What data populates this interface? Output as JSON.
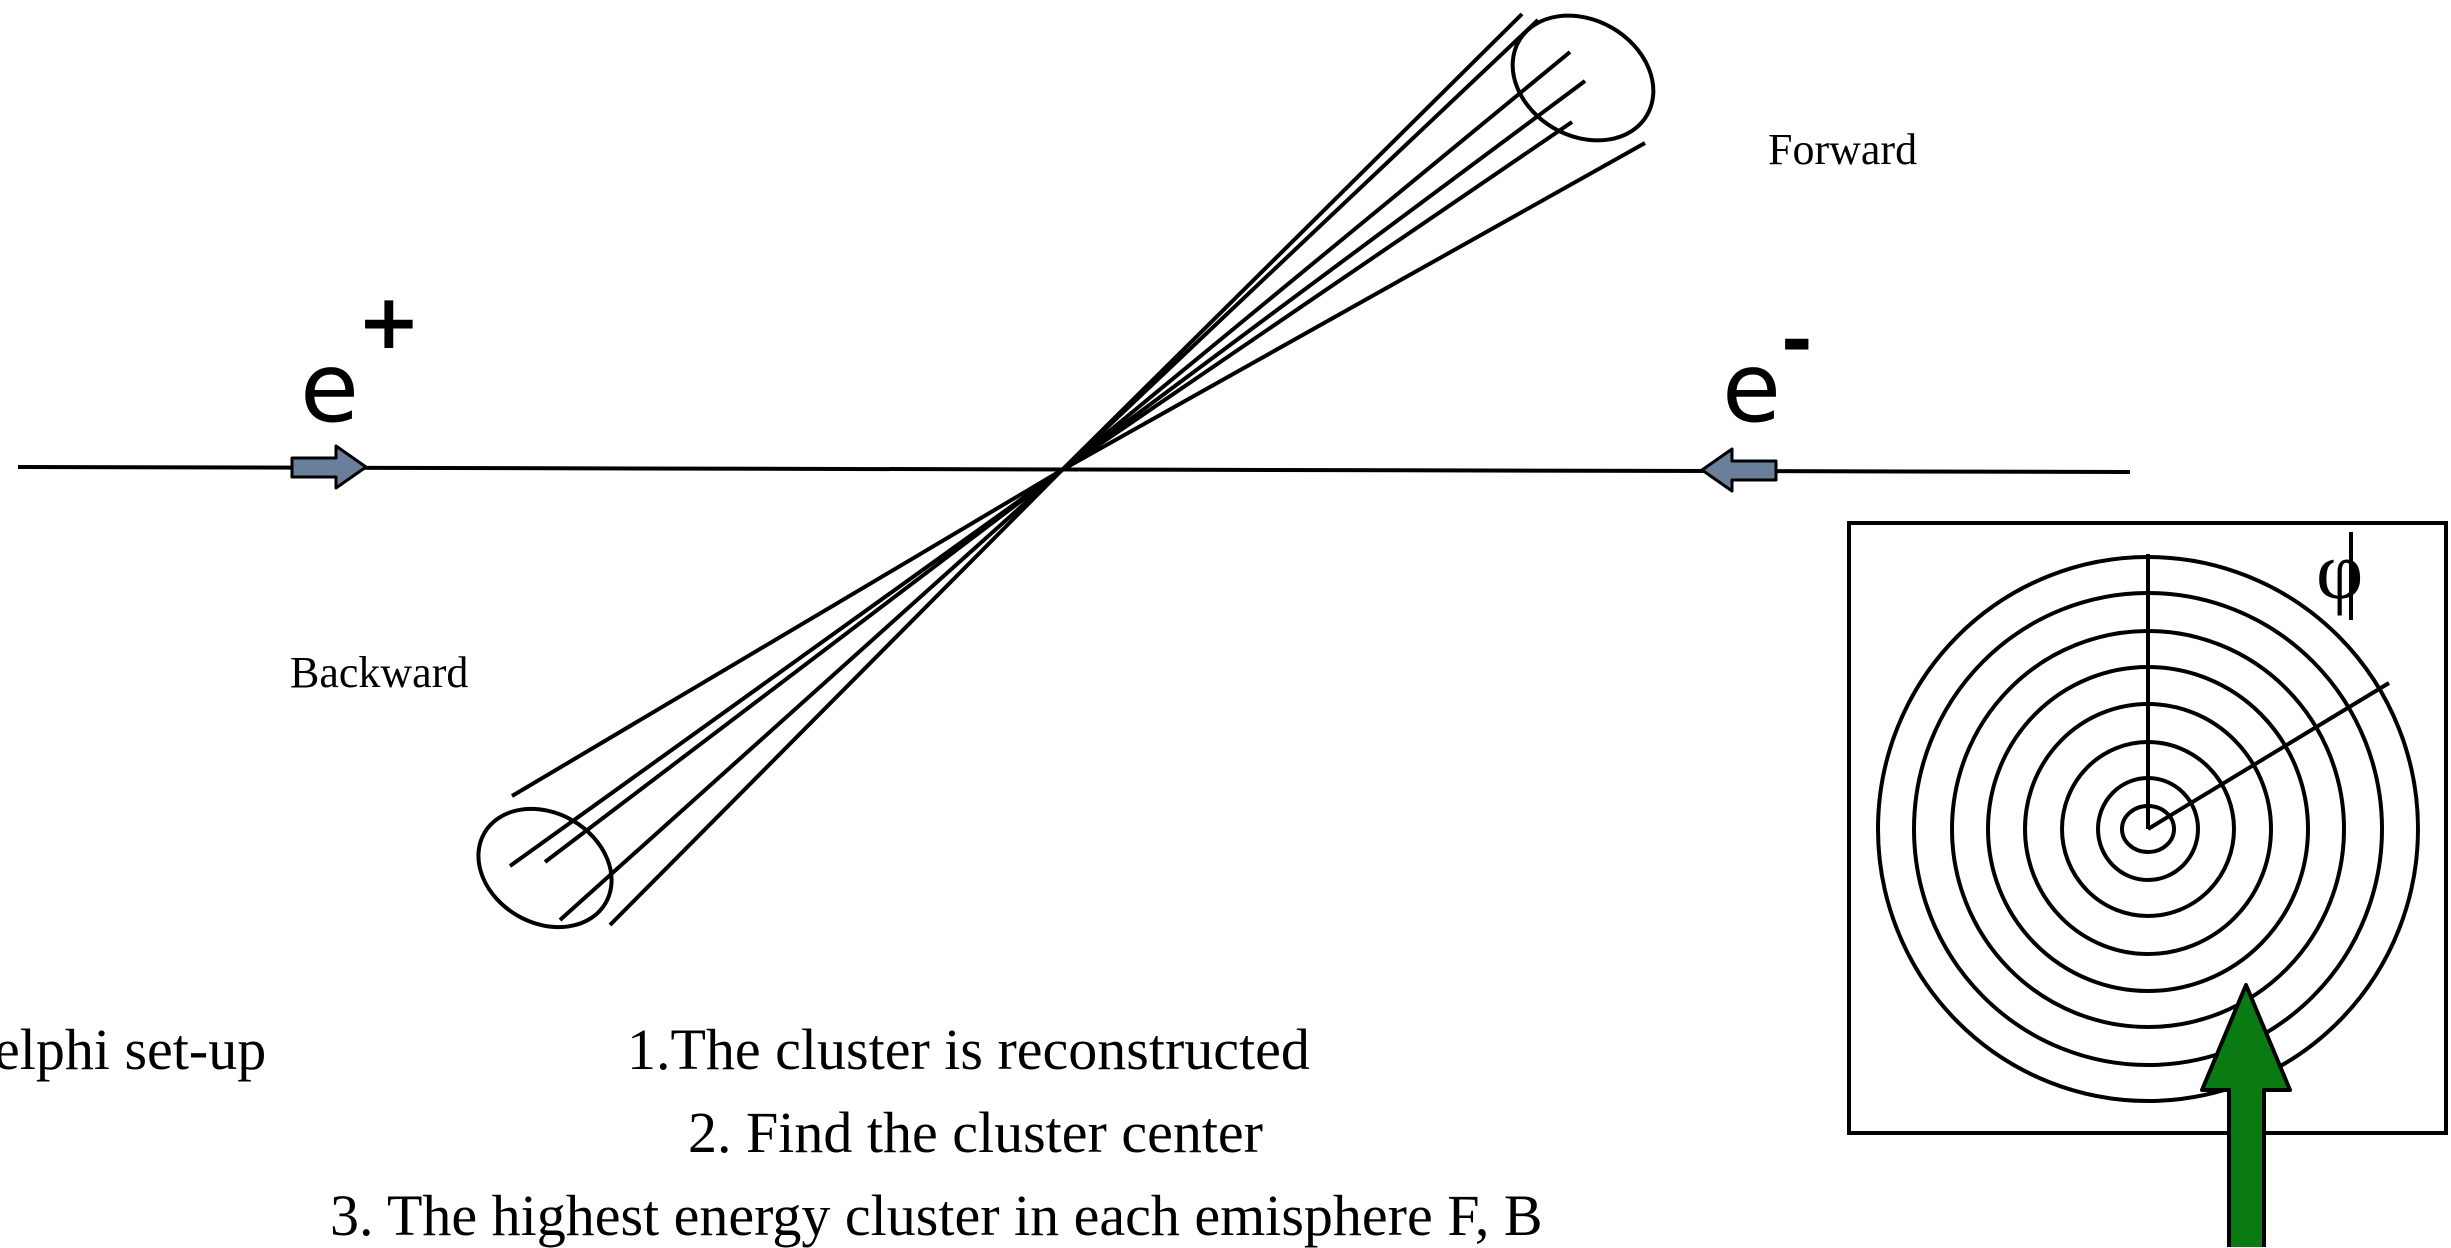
{
  "labels": {
    "forward": "Forward",
    "backward": "Backward",
    "positron_base": "e",
    "positron_sup": "+",
    "electron_base": "e",
    "electron_sup": "-",
    "setup": "elphi set-up",
    "phi": "φ"
  },
  "steps": [
    "1.The cluster is reconstructed",
    "2. Find the cluster center",
    "3. The highest energy cluster in each emisphere F, B"
  ],
  "colors": {
    "line": "#000000",
    "beam_arrow_fill": "#6a7f99",
    "indicator_arrow_fill": "#0a7a12"
  },
  "icons": {
    "beam_arrow_right": "arrow-right-icon",
    "beam_arrow_left": "arrow-left-icon",
    "indicator_arrow": "arrow-up-icon"
  }
}
